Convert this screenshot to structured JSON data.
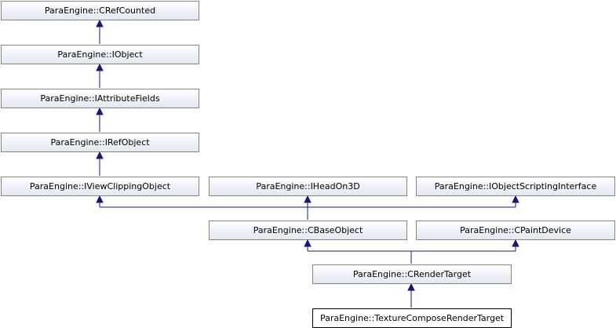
{
  "diagram": {
    "nodes": {
      "crefcounted": "ParaEngine::CRefCounted",
      "iobject": "ParaEngine::IObject",
      "iattributefields": "ParaEngine::IAttributeFields",
      "irefobject": "ParaEngine::IRefObject",
      "iviewclippingobject": "ParaEngine::IViewClippingObject",
      "iheadon3d": "ParaEngine::IHeadOn3D",
      "iobjectscriptinginterface": "ParaEngine::IObjectScriptingInterface",
      "cbaseobject": "ParaEngine::CBaseObject",
      "cpaintdevice": "ParaEngine::CPaintDevice",
      "crendertarget": "ParaEngine::CRenderTarget",
      "texturecomposerendertarget": "ParaEngine::TextureComposeRenderTarget"
    },
    "colors": {
      "edge": "#191970",
      "node_border": "#868686",
      "current_border": "#000000"
    }
  }
}
